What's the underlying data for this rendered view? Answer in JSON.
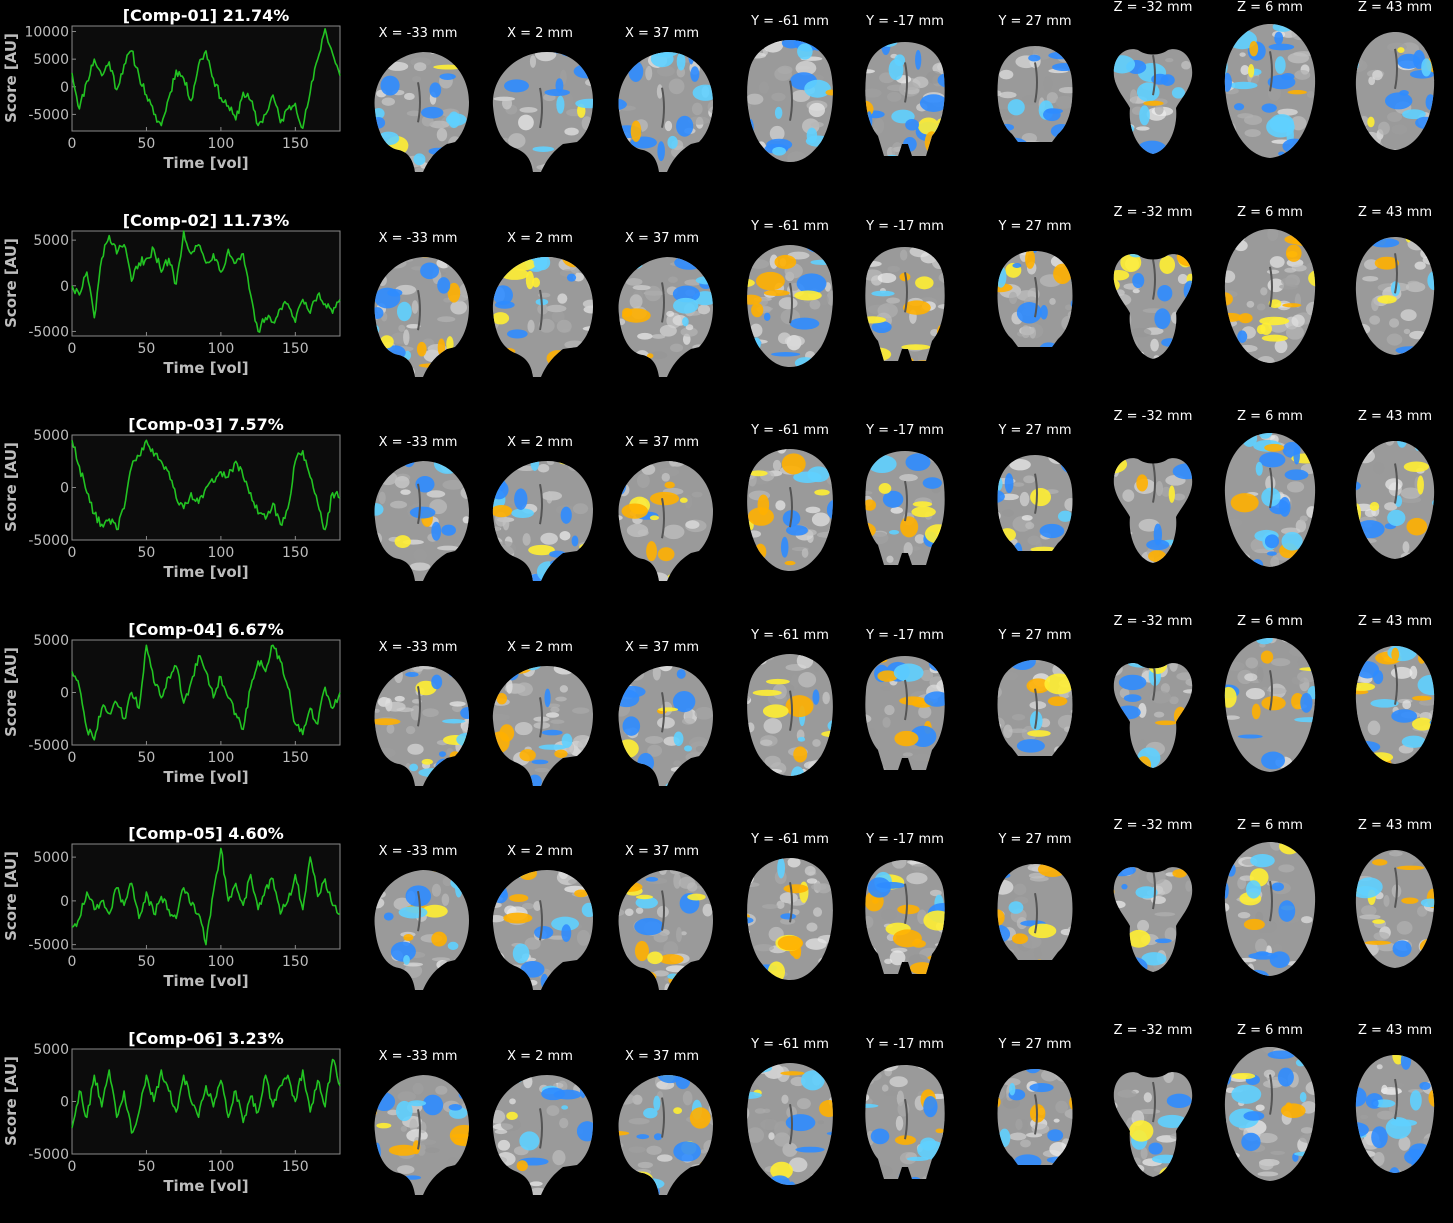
{
  "colors": {
    "background": "#000000",
    "trace": "#22c322",
    "axis_text": "#bdbdbd",
    "brain_gray": "#9a9a9a",
    "positive": "#ffb000",
    "positive_hot": "#ffee33",
    "negative": "#2f8cff",
    "negative_cold": "#5fd0ff"
  },
  "slice_labels": [
    "X = -33 mm",
    "X = 2 mm",
    "X = 37 mm",
    "Y = -61 mm",
    "Y = -17 mm",
    "Y = 27 mm",
    "Z = -32 mm",
    "Z = 6 mm",
    "Z = 43 mm"
  ],
  "chart_data": [
    {
      "type": "line",
      "title": "[Comp-01] 21.74%",
      "xlabel": "Time [vol]",
      "ylabel": "Score [AU]",
      "xlim": [
        0,
        180
      ],
      "ylim": [
        -8000,
        11000
      ],
      "xticks": [
        0,
        50,
        100,
        150
      ],
      "yticks": [
        10000,
        5000,
        0,
        -5000
      ],
      "ytick_labels": [
        "10000",
        "5000",
        "0",
        "-5000"
      ],
      "x": [
        0,
        5,
        10,
        15,
        20,
        25,
        30,
        35,
        40,
        45,
        50,
        55,
        60,
        65,
        70,
        75,
        80,
        85,
        90,
        95,
        100,
        105,
        110,
        115,
        120,
        125,
        130,
        135,
        140,
        145,
        150,
        155,
        160,
        165,
        170,
        175,
        180
      ],
      "values": [
        2500,
        -4000,
        1000,
        5000,
        2000,
        4500,
        -500,
        4000,
        6500,
        2000,
        -1500,
        -5000,
        -7000,
        -2000,
        3000,
        1500,
        -2500,
        4000,
        6500,
        1500,
        -2000,
        -3500,
        -6000,
        -1000,
        -2500,
        -7000,
        -5000,
        -1500,
        -6500,
        -4000,
        -3000,
        -7500,
        -1000,
        5000,
        10500,
        6000,
        2000
      ]
    },
    {
      "type": "line",
      "title": "[Comp-02] 11.73%",
      "xlabel": "Time [vol]",
      "ylabel": "Score [AU]",
      "xlim": [
        0,
        180
      ],
      "ylim": [
        -5500,
        6000
      ],
      "xticks": [
        0,
        50,
        100,
        150
      ],
      "yticks": [
        5000,
        0,
        -5000
      ],
      "ytick_labels": [
        "5000",
        "0",
        "-5000"
      ],
      "x": [
        0,
        5,
        10,
        15,
        20,
        25,
        30,
        35,
        40,
        45,
        50,
        55,
        60,
        65,
        70,
        75,
        80,
        85,
        90,
        95,
        100,
        105,
        110,
        115,
        120,
        125,
        130,
        135,
        140,
        145,
        150,
        155,
        160,
        165,
        170,
        175,
        180
      ],
      "values": [
        0,
        -1000,
        1500,
        -3500,
        3000,
        5500,
        3500,
        4500,
        500,
        2500,
        3000,
        4000,
        1500,
        3000,
        200,
        6000,
        3500,
        4500,
        2500,
        3500,
        1500,
        4000,
        2500,
        3500,
        -1000,
        -5000,
        -3500,
        -4000,
        -2500,
        -2000,
        -4000,
        -1500,
        -3000,
        -1000,
        -2000,
        -3000,
        -1500
      ]
    },
    {
      "type": "line",
      "title": "[Comp-03] 7.57%",
      "xlabel": "Time [vol]",
      "ylabel": "Score [AU]",
      "xlim": [
        0,
        180
      ],
      "ylim": [
        -5000,
        5000
      ],
      "xticks": [
        0,
        50,
        100,
        150
      ],
      "yticks": [
        5000,
        0,
        -5000
      ],
      "ytick_labels": [
        "5000",
        "0",
        "-5000"
      ],
      "x": [
        0,
        5,
        10,
        15,
        20,
        25,
        30,
        35,
        40,
        45,
        50,
        55,
        60,
        65,
        70,
        75,
        80,
        85,
        90,
        95,
        100,
        105,
        110,
        115,
        120,
        125,
        130,
        135,
        140,
        145,
        150,
        155,
        160,
        165,
        170,
        175,
        180
      ],
      "values": [
        4500,
        2000,
        -500,
        -2500,
        -3500,
        -3000,
        -4000,
        -2000,
        2000,
        3000,
        4500,
        3000,
        2500,
        1500,
        -1000,
        -2000,
        -500,
        -1500,
        0,
        500,
        1500,
        1000,
        2500,
        1000,
        -500,
        -2500,
        -3000,
        -1500,
        -3500,
        -2000,
        2500,
        3500,
        1000,
        -1500,
        -4000,
        -500,
        -1000
      ]
    },
    {
      "type": "line",
      "title": "[Comp-04] 6.67%",
      "xlabel": "Time [vol]",
      "ylabel": "Score [AU]",
      "xlim": [
        0,
        180
      ],
      "ylim": [
        -5000,
        5000
      ],
      "xticks": [
        0,
        50,
        100,
        150
      ],
      "yticks": [
        5000,
        0,
        -5000
      ],
      "ytick_labels": [
        "5000",
        "0",
        "-5000"
      ],
      "x": [
        0,
        5,
        10,
        15,
        20,
        25,
        30,
        35,
        40,
        45,
        50,
        55,
        60,
        65,
        70,
        75,
        80,
        85,
        90,
        95,
        100,
        105,
        110,
        115,
        120,
        125,
        130,
        135,
        140,
        145,
        150,
        155,
        160,
        165,
        170,
        175,
        180
      ],
      "values": [
        2000,
        500,
        -3500,
        -4500,
        -1500,
        -2000,
        -1000,
        -2500,
        0,
        -1500,
        4500,
        1000,
        -500,
        1500,
        2500,
        -1000,
        1000,
        3500,
        2000,
        -500,
        1500,
        -500,
        -2000,
        -3500,
        500,
        3000,
        2000,
        4500,
        3000,
        500,
        -3000,
        -4000,
        -1500,
        -3000,
        500,
        -1500,
        0
      ]
    },
    {
      "type": "line",
      "title": "[Comp-05] 4.60%",
      "xlabel": "Time [vol]",
      "ylabel": "Score [AU]",
      "xlim": [
        0,
        180
      ],
      "ylim": [
        -5500,
        6500
      ],
      "xticks": [
        0,
        50,
        100,
        150
      ],
      "yticks": [
        5000,
        0,
        -5000
      ],
      "ytick_labels": [
        "5000",
        "0",
        "-5000"
      ],
      "x": [
        0,
        5,
        10,
        15,
        20,
        25,
        30,
        35,
        40,
        45,
        50,
        55,
        60,
        65,
        70,
        75,
        80,
        85,
        90,
        95,
        100,
        105,
        110,
        115,
        120,
        125,
        130,
        135,
        140,
        145,
        150,
        155,
        160,
        165,
        170,
        175,
        180
      ],
      "values": [
        -3000,
        -2000,
        1000,
        -1000,
        0,
        -1500,
        1500,
        -500,
        2000,
        -2000,
        1000,
        -1500,
        500,
        -1000,
        -2000,
        1500,
        -500,
        -1500,
        -5000,
        1000,
        6000,
        0,
        2000,
        -500,
        3000,
        -1000,
        1500,
        2500,
        -1500,
        0,
        3000,
        -1000,
        5000,
        500,
        2500,
        -500,
        -1500
      ]
    },
    {
      "type": "line",
      "title": "[Comp-06] 3.23%",
      "xlabel": "Time [vol]",
      "ylabel": "Score [AU]",
      "xlim": [
        0,
        180
      ],
      "ylim": [
        -5000,
        5000
      ],
      "xticks": [
        0,
        50,
        100,
        150
      ],
      "yticks": [
        5000,
        0,
        -5000
      ],
      "ytick_labels": [
        "5000",
        "0",
        "-5000"
      ],
      "x": [
        0,
        5,
        10,
        15,
        20,
        25,
        30,
        35,
        40,
        45,
        50,
        55,
        60,
        65,
        70,
        75,
        80,
        85,
        90,
        95,
        100,
        105,
        110,
        115,
        120,
        125,
        130,
        135,
        140,
        145,
        150,
        155,
        160,
        165,
        170,
        175,
        180
      ],
      "values": [
        -2500,
        1000,
        -1500,
        2500,
        -500,
        3000,
        -1500,
        1000,
        -3000,
        -1000,
        2500,
        0,
        3000,
        1000,
        -1000,
        2500,
        0,
        -1500,
        1500,
        -500,
        2000,
        -1500,
        1000,
        -2000,
        500,
        -1000,
        2500,
        -500,
        1500,
        2500,
        0,
        3000,
        -1000,
        2000,
        -500,
        4000,
        1500
      ]
    }
  ]
}
